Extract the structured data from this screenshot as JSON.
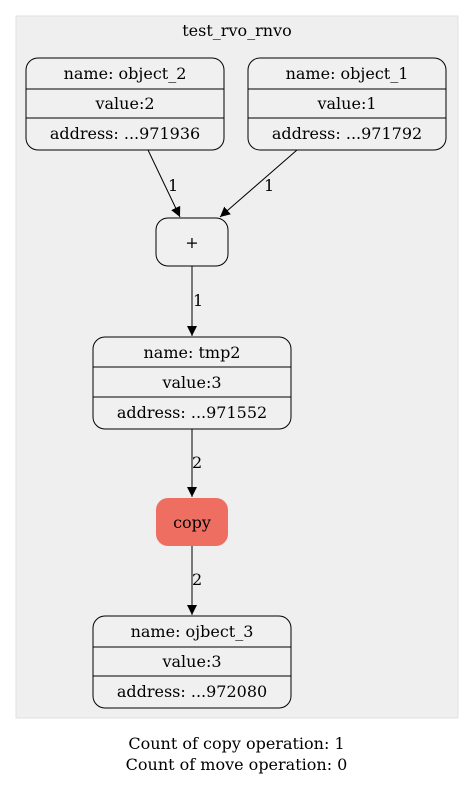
{
  "cluster": {
    "title": "test_rvo_rnvo",
    "fill": "#efefef",
    "border": "#e0e0e0"
  },
  "colors": {
    "node_fill": "#f0f0f0",
    "node_stroke": "#000000",
    "copy_fill": "#ee6e62",
    "edge": "#000000"
  },
  "nodes": {
    "object_2": {
      "name": "name: object_2",
      "value": "value:2",
      "address": "address: ...971936"
    },
    "object_1": {
      "name": "name: object_1",
      "value": "value:1",
      "address": "address: ...971792"
    },
    "plus": {
      "label": "+"
    },
    "tmp2": {
      "name": "name: tmp2",
      "value": "value:3",
      "address": "address: ...971552"
    },
    "copy": {
      "label": "copy"
    },
    "ojbect_3": {
      "name": "name: ojbect_3",
      "value": "value:3",
      "address": "address: ...972080"
    }
  },
  "edges": {
    "object_2_to_plus": {
      "label": "1"
    },
    "object_1_to_plus": {
      "label": "1"
    },
    "plus_to_tmp2": {
      "label": "1"
    },
    "tmp2_to_copy": {
      "label": "2"
    },
    "copy_to_ojbect_3": {
      "label": "2"
    }
  },
  "footer": {
    "copy_count": "Count of copy operation: 1",
    "move_count": "Count of move operation: 0"
  }
}
